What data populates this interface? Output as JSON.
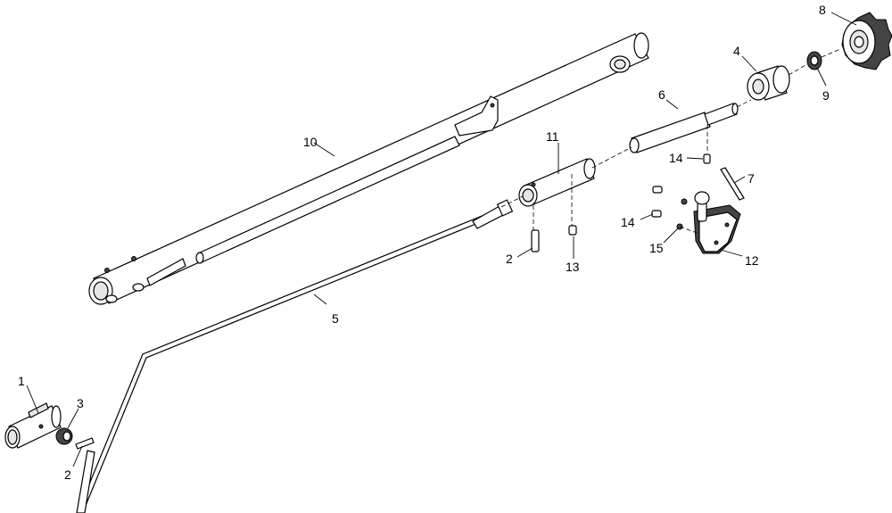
{
  "callouts": {
    "c1": "1",
    "c2a": "2",
    "c2b": "2",
    "c3": "3",
    "c4": "4",
    "c5": "5",
    "c6": "6",
    "c7": "7",
    "c8": "8",
    "c9": "9",
    "c10": "10",
    "c11": "11",
    "c12": "12",
    "c13": "13",
    "c14a": "14",
    "c14b": "14",
    "c15": "15"
  }
}
